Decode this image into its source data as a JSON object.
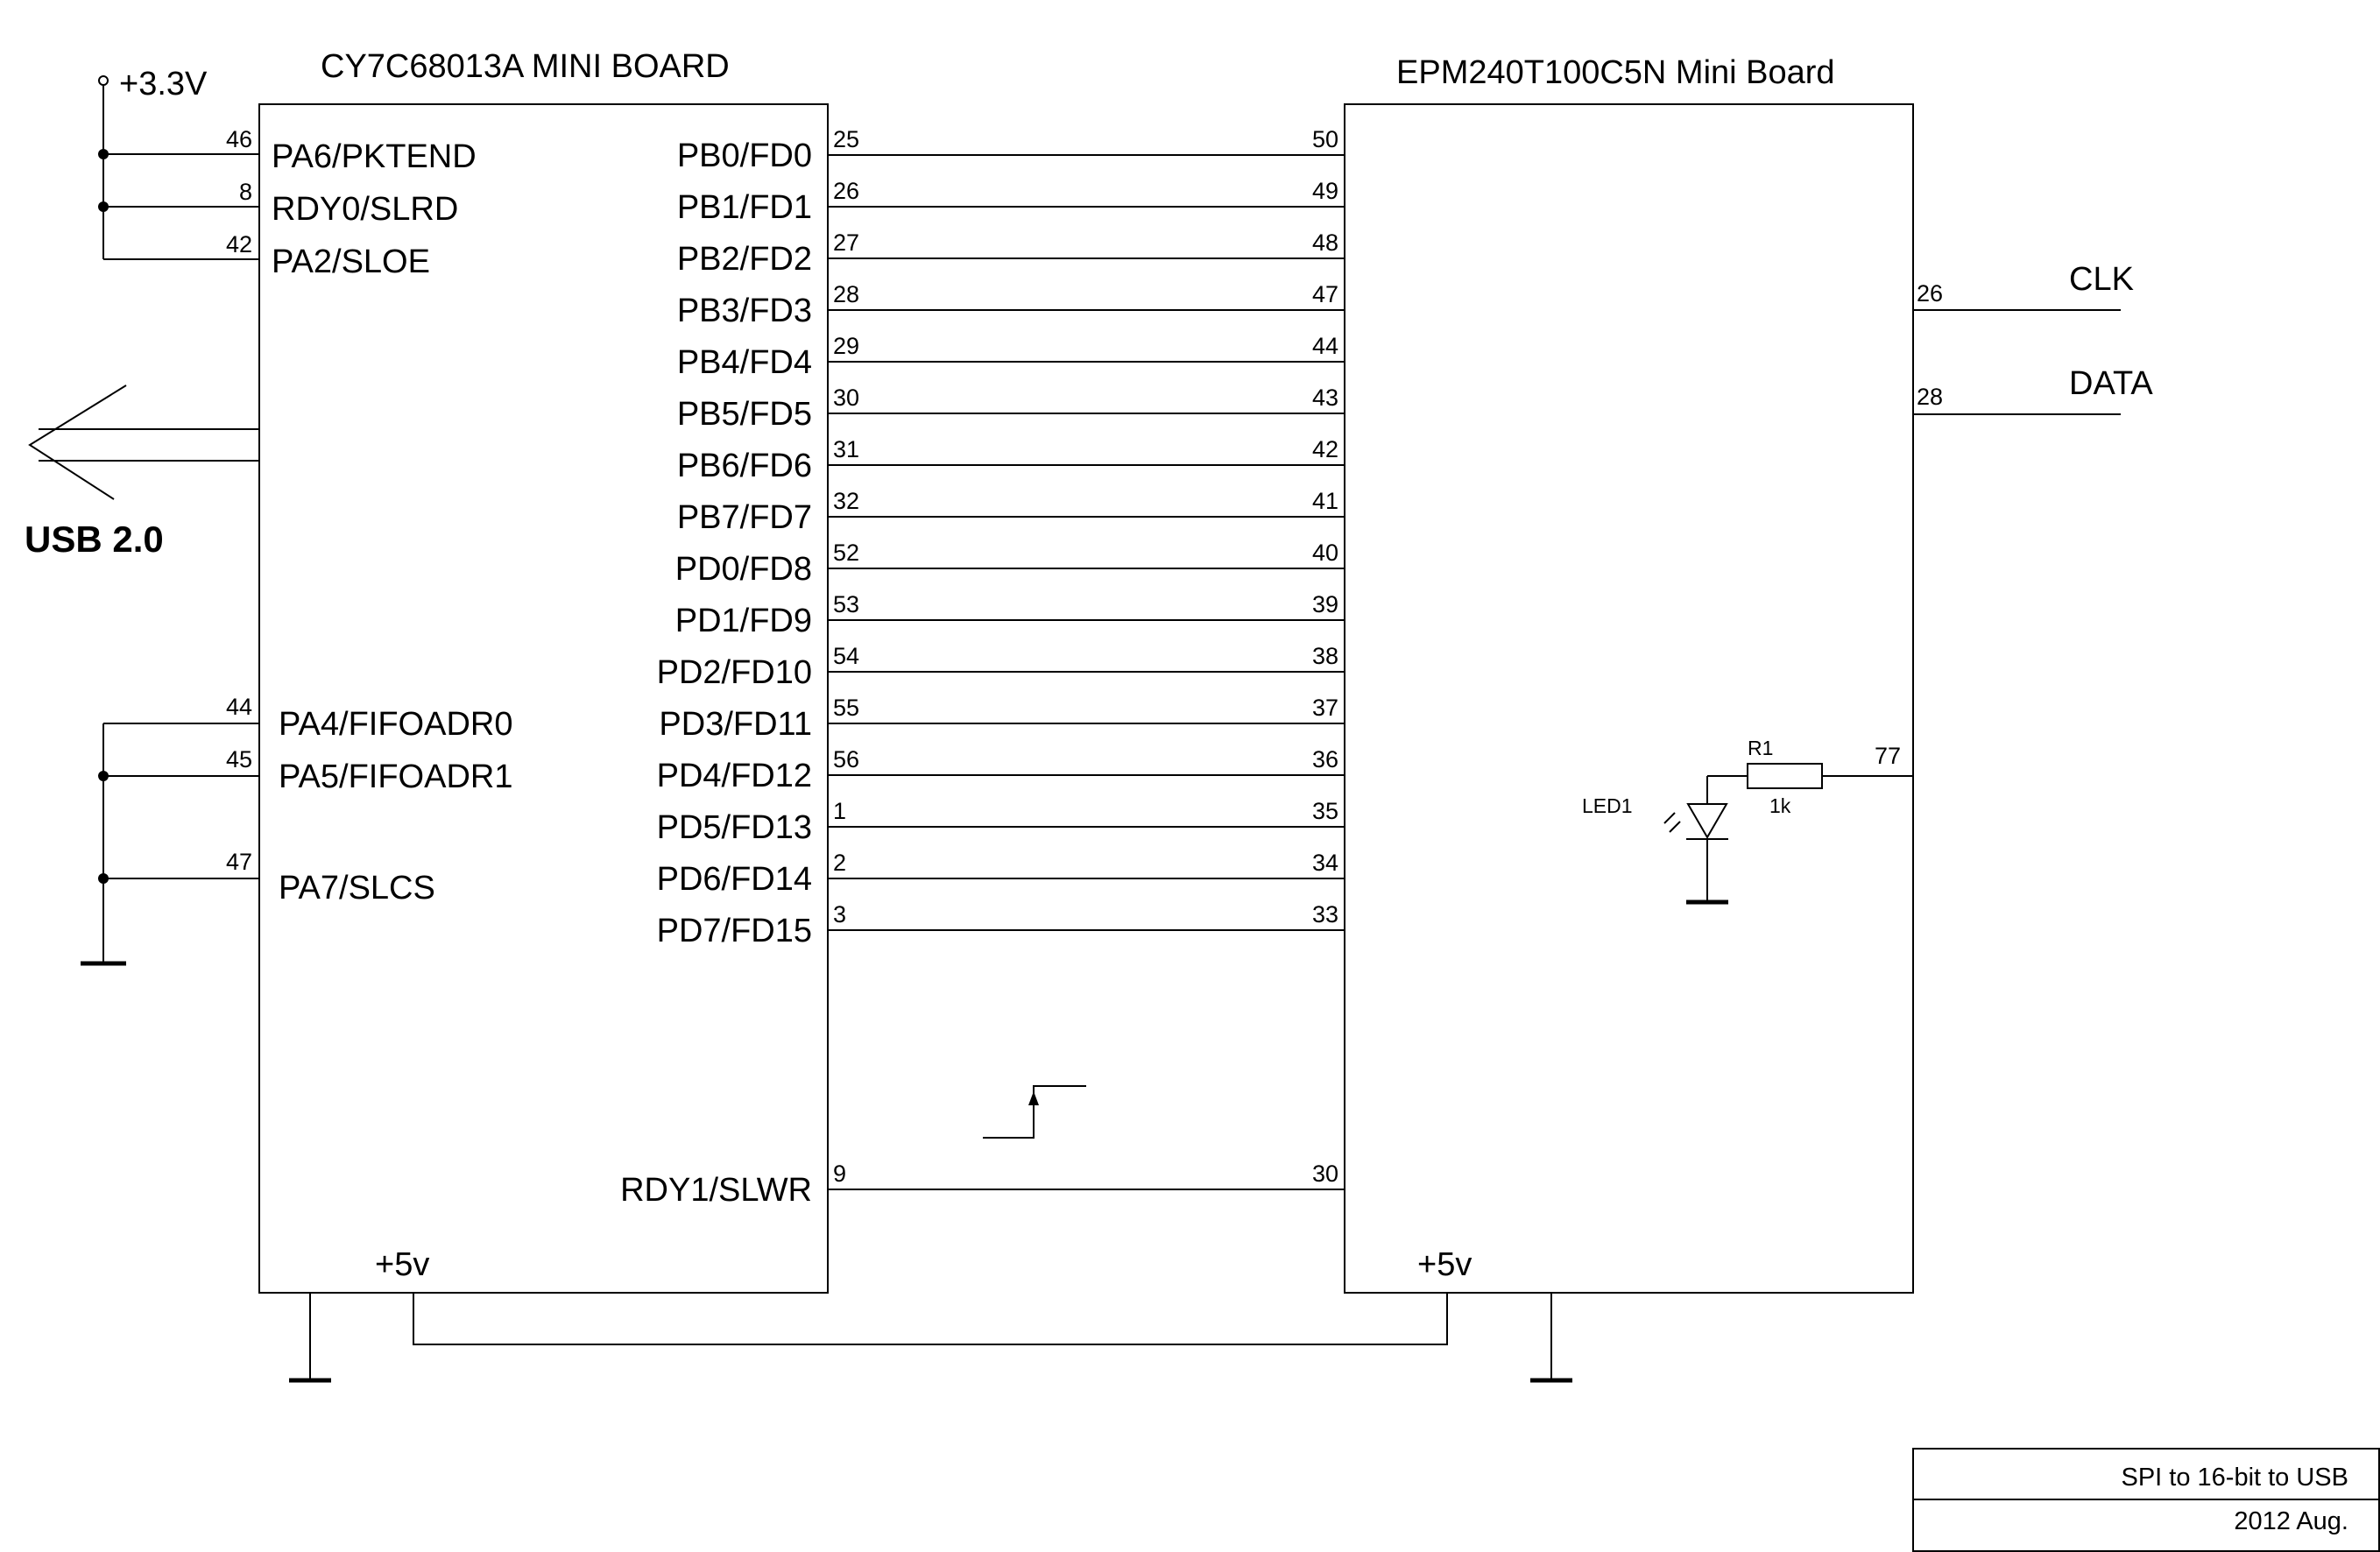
{
  "power": {
    "supply_3v3": "+3.3V",
    "left_5v": "+5v",
    "right_5v": "+5v"
  },
  "usb": {
    "label": "USB 2.0"
  },
  "left_board": {
    "title": "CY7C68013A MINI BOARD",
    "left_pins": [
      {
        "name": "PA6/PKTEND",
        "pin": "46"
      },
      {
        "name": "RDY0/SLRD",
        "pin": "8"
      },
      {
        "name": "PA2/SLOE",
        "pin": "42"
      },
      {
        "name": "PA4/FIFOADR0",
        "pin": "44"
      },
      {
        "name": "PA5/FIFOADR1",
        "pin": "45"
      },
      {
        "name": "PA7/SLCS",
        "pin": "47"
      }
    ],
    "right_pins": [
      {
        "name": "PB0/FD0",
        "pin": "25"
      },
      {
        "name": "PB1/FD1",
        "pin": "26"
      },
      {
        "name": "PB2/FD2",
        "pin": "27"
      },
      {
        "name": "PB3/FD3",
        "pin": "28"
      },
      {
        "name": "PB4/FD4",
        "pin": "29"
      },
      {
        "name": "PB5/FD5",
        "pin": "30"
      },
      {
        "name": "PB6/FD6",
        "pin": "31"
      },
      {
        "name": "PB7/FD7",
        "pin": "32"
      },
      {
        "name": "PD0/FD8",
        "pin": "52"
      },
      {
        "name": "PD1/FD9",
        "pin": "53"
      },
      {
        "name": "PD2/FD10",
        "pin": "54"
      },
      {
        "name": "PD3/FD11",
        "pin": "55"
      },
      {
        "name": "PD4/FD12",
        "pin": "56"
      },
      {
        "name": "PD5/FD13",
        "pin": "1"
      },
      {
        "name": "PD6/FD14",
        "pin": "2"
      },
      {
        "name": "PD7/FD15",
        "pin": "3"
      },
      {
        "name": "RDY1/SLWR",
        "pin": "9"
      }
    ]
  },
  "right_board": {
    "title": "EPM240T100C5N Mini Board",
    "left_pins": [
      "50",
      "49",
      "48",
      "47",
      "44",
      "43",
      "42",
      "41",
      "40",
      "39",
      "38",
      "37",
      "36",
      "35",
      "34",
      "33",
      "30"
    ],
    "outputs": [
      {
        "name": "CLK",
        "pin": "26"
      },
      {
        "name": "DATA",
        "pin": "28"
      }
    ],
    "led_pin": "77"
  },
  "led": {
    "label": "LED1"
  },
  "resistor": {
    "label": "R1",
    "value": "1k"
  },
  "title_block": {
    "title": "SPI to 16-bit to USB",
    "date": "2012 Aug."
  }
}
